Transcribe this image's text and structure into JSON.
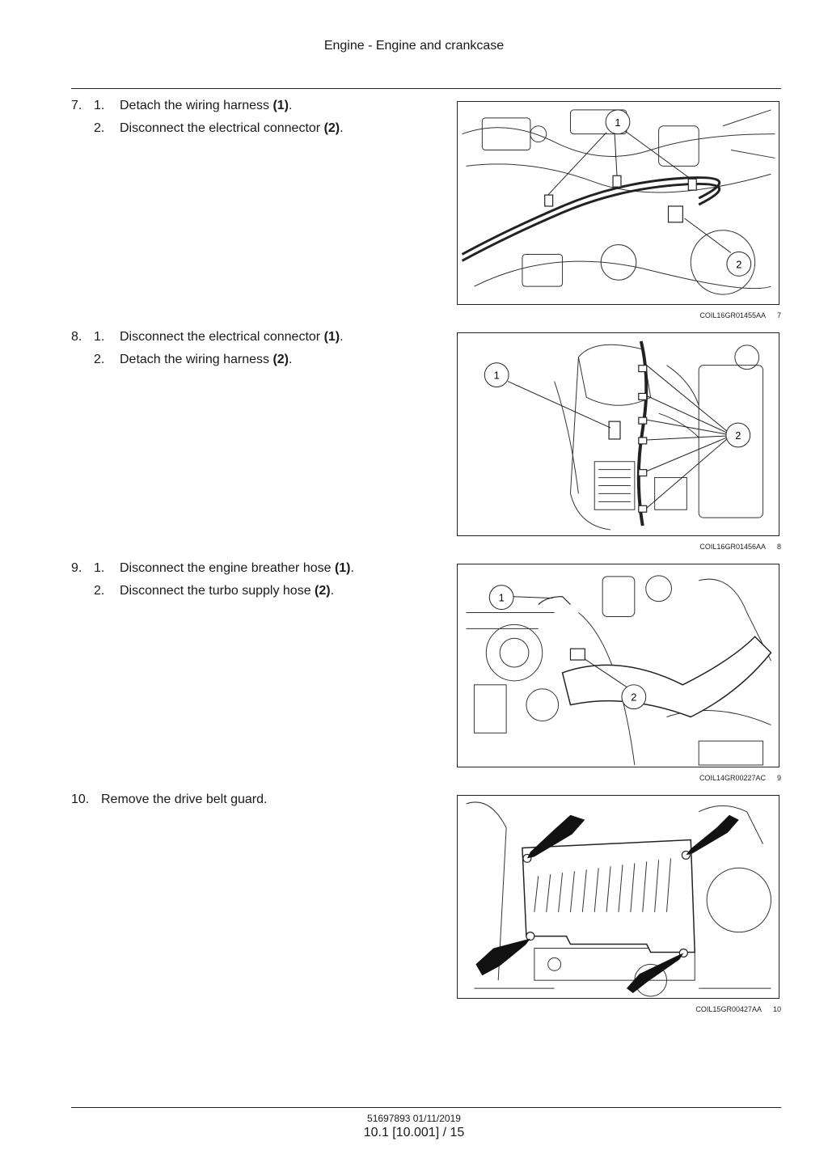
{
  "header": {
    "title": "Engine - Engine and crankcase"
  },
  "steps": [
    {
      "number": "7.",
      "items": [
        {
          "num": "1.",
          "text": "Detach the wiring harness ",
          "ref": "(1)",
          "end": "."
        },
        {
          "num": "2.",
          "text": "Disconnect the electrical connector ",
          "ref": "(2)",
          "end": "."
        }
      ],
      "figure": {
        "code": "COIL16GR01455AA",
        "index": "7",
        "callouts": [
          "1",
          "2"
        ]
      }
    },
    {
      "number": "8.",
      "items": [
        {
          "num": "1.",
          "text": "Disconnect the electrical connector ",
          "ref": "(1)",
          "end": "."
        },
        {
          "num": "2.",
          "text": "Detach the wiring harness ",
          "ref": "(2)",
          "end": "."
        }
      ],
      "figure": {
        "code": "COIL16GR01456AA",
        "index": "8",
        "callouts": [
          "1",
          "2"
        ]
      }
    },
    {
      "number": "9.",
      "items": [
        {
          "num": "1.",
          "text": "Disconnect the engine breather hose ",
          "ref": "(1)",
          "end": "."
        },
        {
          "num": "2.",
          "text": "Disconnect the turbo supply hose ",
          "ref": "(2)",
          "end": "."
        }
      ],
      "figure": {
        "code": "COIL14GR00227AC",
        "index": "9",
        "callouts": [
          "1",
          "2"
        ]
      }
    },
    {
      "number": "10.",
      "text": "Remove the drive belt guard.",
      "figure": {
        "code": "COIL15GR00427AA",
        "index": "10"
      }
    }
  ],
  "footer": {
    "doc": "51697893 01/11/2019",
    "page": "10.1 [10.001] / 15"
  }
}
